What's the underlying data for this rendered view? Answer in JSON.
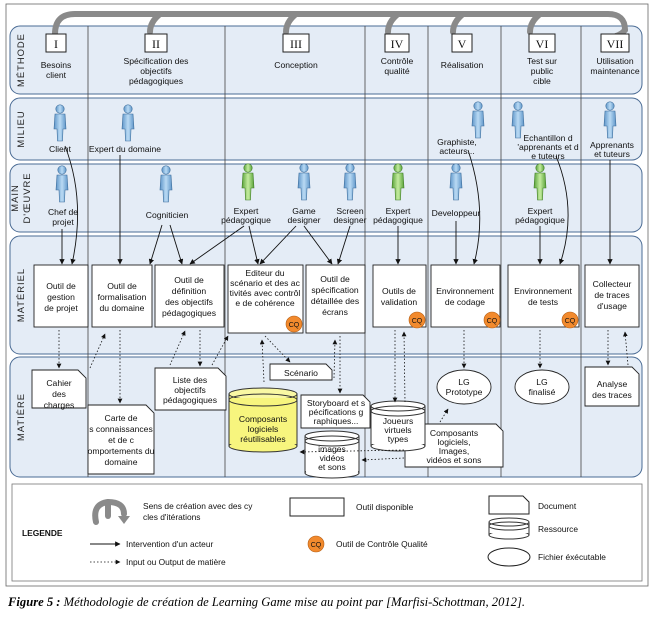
{
  "bands": [
    {
      "id": "methode",
      "label": "MÉTHODE"
    },
    {
      "id": "milieu",
      "label": "MILIEU"
    },
    {
      "id": "main",
      "label": "MAIN D'ŒUVRE"
    },
    {
      "id": "materiel",
      "label": "MATÉRIEL"
    },
    {
      "id": "matiere",
      "label": "MATIÈRE"
    }
  ],
  "stages": [
    {
      "num": "I",
      "title": "Besoins client"
    },
    {
      "num": "II",
      "title": "Spécification des objectifs pédagogiques"
    },
    {
      "num": "III",
      "title": "Conception"
    },
    {
      "num": "IV",
      "title": "Contrôle qualité"
    },
    {
      "num": "V",
      "title": "Réalisation"
    },
    {
      "num": "VI",
      "title": "Test sur public cible"
    },
    {
      "num": "VII",
      "title": "Utilisation maintenance"
    }
  ],
  "milieu_actors": [
    {
      "id": "client",
      "label": "Client"
    },
    {
      "id": "expert-domaine",
      "label": "Expert du domaine"
    },
    {
      "id": "graphiste",
      "label": "Graphiste, acteurs..."
    },
    {
      "id": "echantillon",
      "label": "Echantillon d'apprenants et de tuteurs"
    },
    {
      "id": "apprenants",
      "label": "Apprenants et tuteurs"
    }
  ],
  "main_actors": [
    {
      "id": "chef-projet",
      "label": "Chef de projet"
    },
    {
      "id": "cogniticien",
      "label": "Cogniticien"
    },
    {
      "id": "expert-peda-1",
      "label": "Expert pédagogique"
    },
    {
      "id": "game-designer",
      "label": "Game designer"
    },
    {
      "id": "screen-designer",
      "label": "Screen designer"
    },
    {
      "id": "expert-peda-2",
      "label": "Expert pédagogique"
    },
    {
      "id": "developpeur",
      "label": "Developpeur"
    },
    {
      "id": "expert-peda-3",
      "label": "Expert pédagogique"
    }
  ],
  "tools": [
    {
      "id": "gestion-projet",
      "label": "Outil de gestion de projet"
    },
    {
      "id": "formalisation",
      "label": "Outil de formalisation du domaine"
    },
    {
      "id": "definition",
      "label": "Outil de définition des objectifs pédagogiques"
    },
    {
      "id": "editeur",
      "label": "Editeur du scénario et des activités avec contrôle de cohérence"
    },
    {
      "id": "specification",
      "label": "Outil de spécification détaillée des écrans"
    },
    {
      "id": "validation",
      "label": "Outils de validation"
    },
    {
      "id": "codage",
      "label": "Environnement de codage"
    },
    {
      "id": "tests",
      "label": "Environnement de tests"
    },
    {
      "id": "collecteur",
      "label": "Collecteur de traces d'usage"
    }
  ],
  "cq_label": "CQ",
  "documents": [
    {
      "id": "cahier",
      "label": "Cahier des charges"
    },
    {
      "id": "carte",
      "label": "Carte des connaissances et de comportements du domaine"
    },
    {
      "id": "liste",
      "label": "Liste des objectifs pédagogiques"
    },
    {
      "id": "scenario",
      "label": "Scénario"
    },
    {
      "id": "storyboard",
      "label": "Storyboard et spécifications graphiques..."
    },
    {
      "id": "composants-doc",
      "label": "Composants logiciels, Images, vidéos et sons"
    },
    {
      "id": "analyse",
      "label": "Analyse des traces"
    }
  ],
  "resources": [
    {
      "id": "composants-reutilisables",
      "label": "Composants logiciels réutilisables",
      "color": "#f7f57e"
    },
    {
      "id": "joueurs",
      "label": "Joueurs virtuels types"
    },
    {
      "id": "images",
      "label": "images vidéos et sons"
    }
  ],
  "executables": [
    {
      "id": "lg-prototype",
      "label": "LG Prototype"
    },
    {
      "id": "lg-finalise",
      "label": "LG finalisé"
    }
  ],
  "legend": {
    "title": "LEGENDE",
    "cycle": "Sens de création avec des cycles d'itérations",
    "intervention": "Intervention d'un acteur",
    "io": "Input ou Output de matière",
    "tool": "Outil disponible",
    "cq": "Outil de Contrôle Qualité",
    "document": "Document",
    "resource": "Ressource",
    "executable": "Fichier éxécutable"
  },
  "caption": {
    "number": "Figure 5 :",
    "text": "Méthodologie de création de Learning Game mise au point par [Marfisi-Schottman, 2012]."
  },
  "colors": {
    "band_fill": "#e4ecf6",
    "band_stroke": "#4a6b94",
    "actor_blue": "#8fbde6",
    "actor_green": "#9ad36f",
    "cq_orange": "#f28a2d",
    "cycle_gray": "#8a8a8a"
  }
}
